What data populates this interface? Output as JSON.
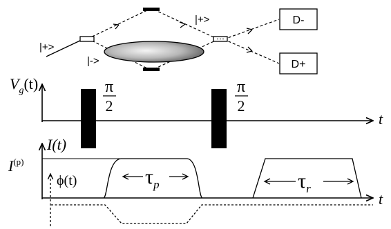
{
  "interferometer": {
    "state_plus_in": "|+>",
    "state_plus_upper": "|+>",
    "state_minus_lower": "|->",
    "detector_minus": "D-",
    "detector_plus": "D+"
  },
  "gate_panel": {
    "y_label_main": "V",
    "y_label_sub": "g",
    "y_label_arg": "(t)",
    "pulse1_num": "π",
    "pulse1_den": "2",
    "pulse2_num": "π",
    "pulse2_den": "2",
    "x_label": "t"
  },
  "current_panel": {
    "y_label": "I(t)",
    "level_main": "I",
    "level_sup": "(p)",
    "phase_label": "ϕ(t)",
    "tau_p_main": "τ",
    "tau_p_sub": "p",
    "tau_r_main": "τ",
    "tau_r_sub": "r",
    "x_label": "t"
  },
  "colors": {
    "ink": "#000000",
    "lens_light": "#f4f4f4",
    "lens_dark": "#5a5a5a"
  }
}
